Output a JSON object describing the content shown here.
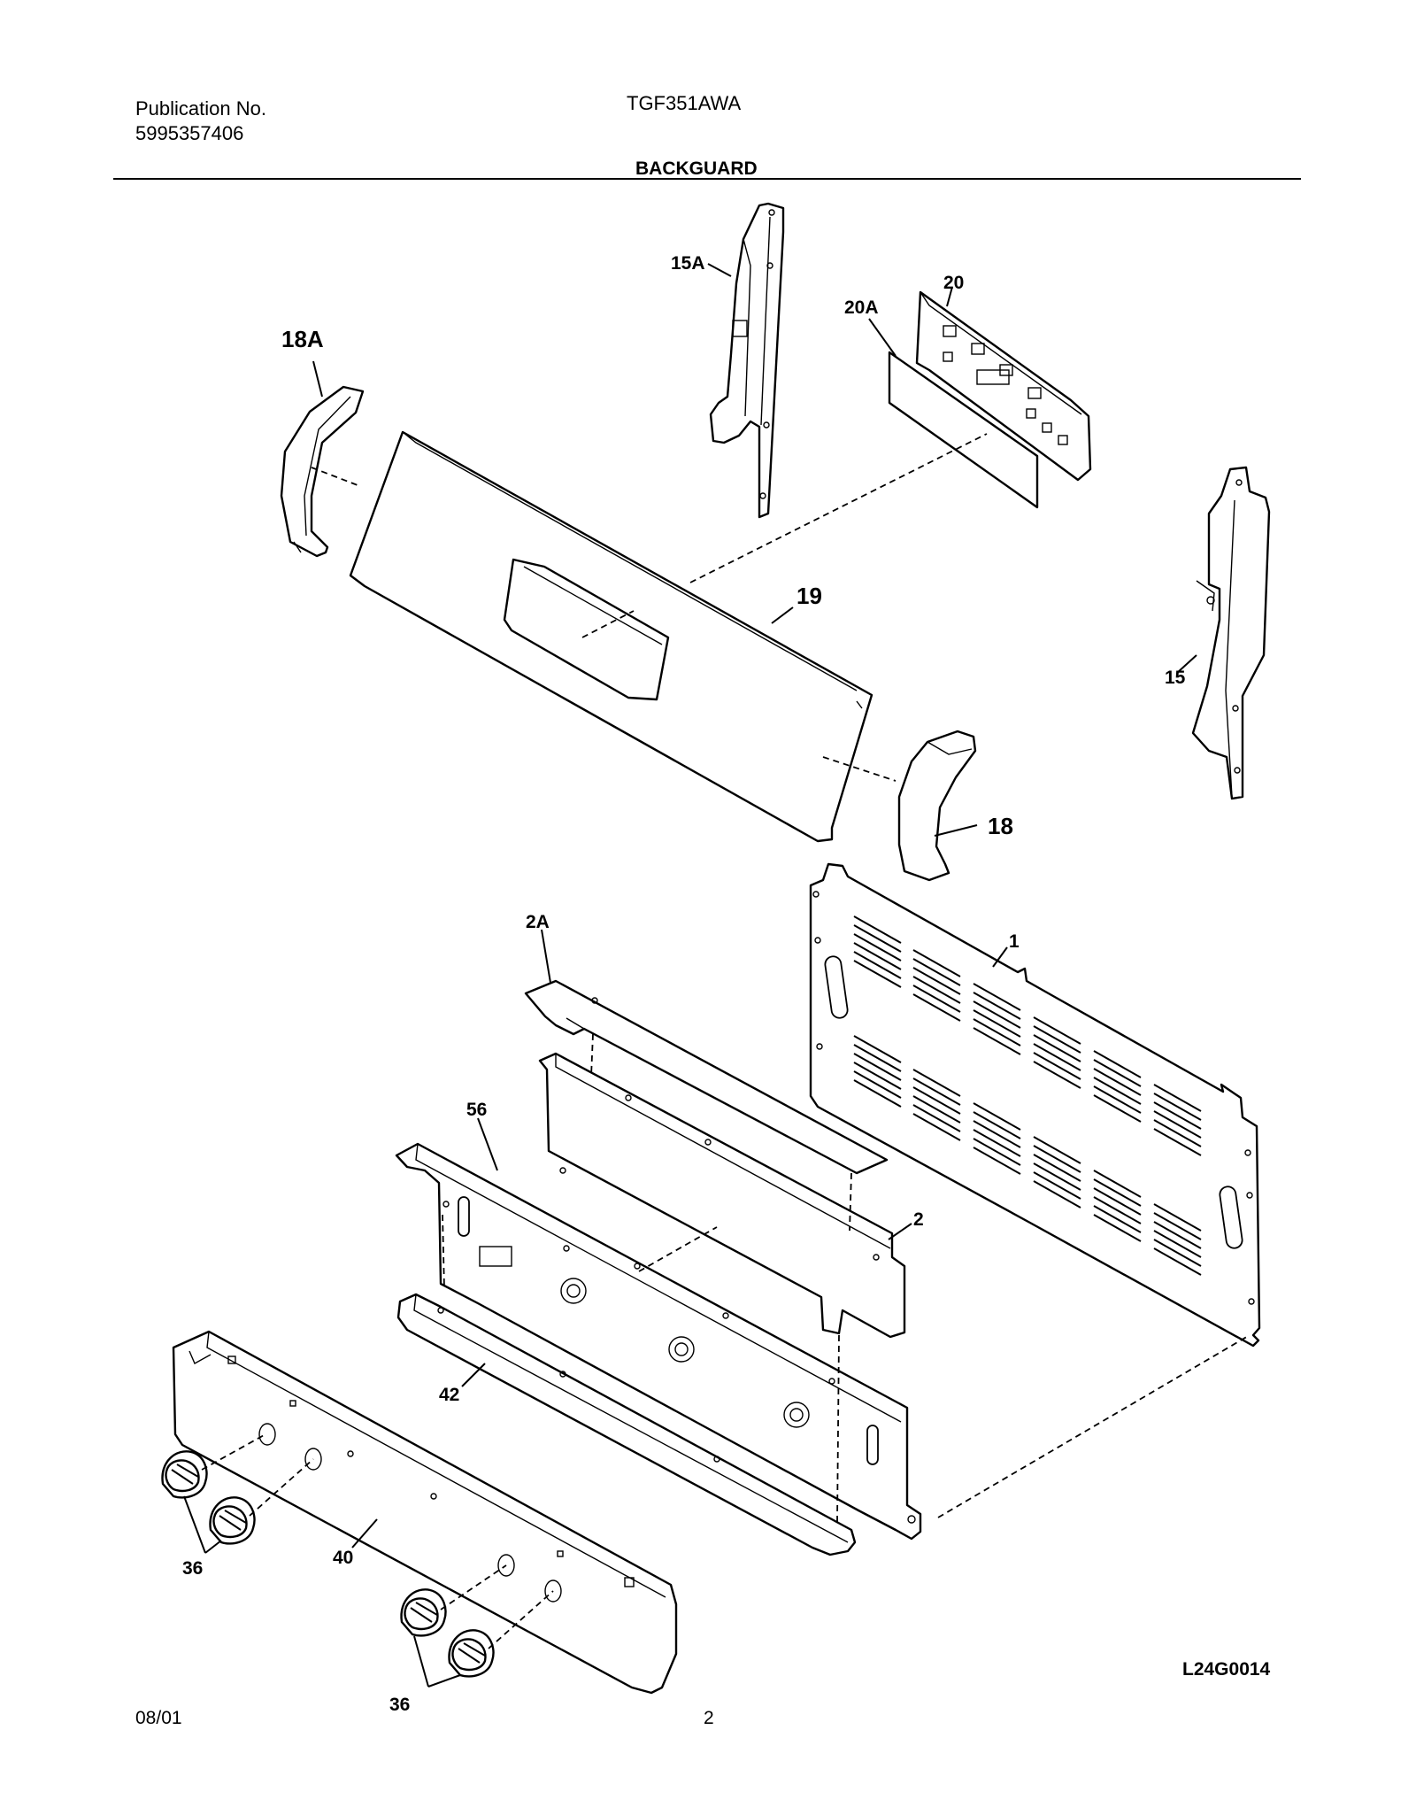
{
  "header": {
    "publication_label": "Publication No.",
    "publication_number": "5995357406",
    "model": "TGF351AWA",
    "section_title": "BACKGUARD"
  },
  "footer": {
    "date": "08/01",
    "page_number": "2"
  },
  "diagram": {
    "figure_id": "L24G0014",
    "part_labels": {
      "p15a": "15A",
      "p20": "20",
      "p20a": "20A",
      "p18a": "18A",
      "p19": "19",
      "p15": "15",
      "p18": "18",
      "p2a": "2A",
      "p1": "1",
      "p56": "56",
      "p2": "2",
      "p42": "42",
      "p36a": "36",
      "p40": "40",
      "p36b": "36"
    }
  }
}
